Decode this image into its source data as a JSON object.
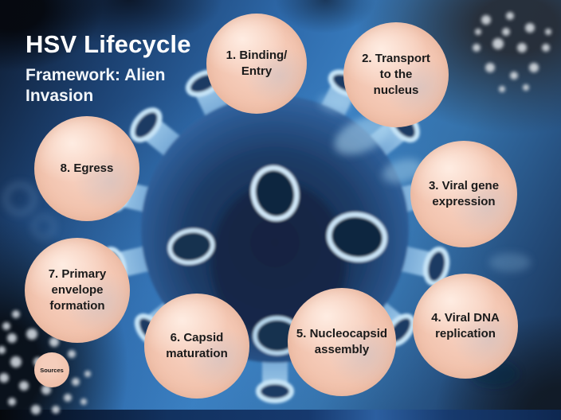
{
  "slide": {
    "title": "HSV Lifecycle",
    "subtitle": "Framework: Alien\nInvasion"
  },
  "steps": [
    {
      "label": "1. Binding/\nEntry"
    },
    {
      "label": "2. Transport\nto the\nnucleus"
    },
    {
      "label": "3. Viral gene\nexpression"
    },
    {
      "label": "4. Viral DNA\nreplication"
    },
    {
      "label": "5. Nucleocapsid\nassembly"
    },
    {
      "label": "6. Capsid\nmaturation"
    },
    {
      "label": "7. Primary\nenvelope\nformation"
    },
    {
      "label": "8. Egress"
    }
  ],
  "sources": {
    "label": "Sources"
  },
  "colors": {
    "circle_fill": "#f2c4ae",
    "circle_text": "#1a1a1a",
    "title_text": "#ffffff",
    "background_blue": "#3a80c2",
    "virus_body": "#1d3c67",
    "bottom_bar": "#16396e"
  }
}
